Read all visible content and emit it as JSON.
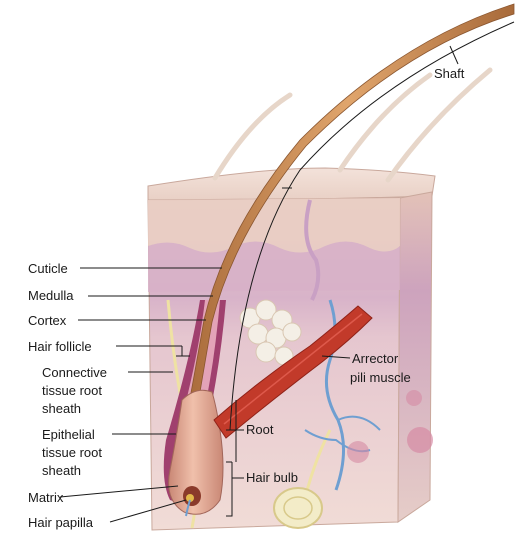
{
  "labels": {
    "shaft": "Shaft",
    "cuticle": "Cuticle",
    "medulla": "Medulla",
    "cortex": "Cortex",
    "hair_follicle": "Hair follicle",
    "connective_line1": "Connective",
    "connective_line2": "tissue root",
    "connective_line3": "sheath",
    "epithelial_line1": "Epithelial",
    "epithelial_line2": "tissue root",
    "epithelial_line3": "sheath",
    "matrix": "Matrix",
    "hair_papilla": "Hair papilla",
    "arrector_line1": "Arrector",
    "arrector_line2": "pili muscle",
    "root": "Root",
    "hair_bulb": "Hair bulb"
  },
  "colors": {
    "epidermis": "#ead2c6",
    "dermis": "#f1dcd6",
    "papillary_layer": "#d9b5cc",
    "hair_shaft": "#c78a52",
    "follicle_sheath": "#a0406e",
    "muscle": "#c23a2a",
    "vessel_blue": "#6f9fd1",
    "nerve": "#efe2a3"
  }
}
